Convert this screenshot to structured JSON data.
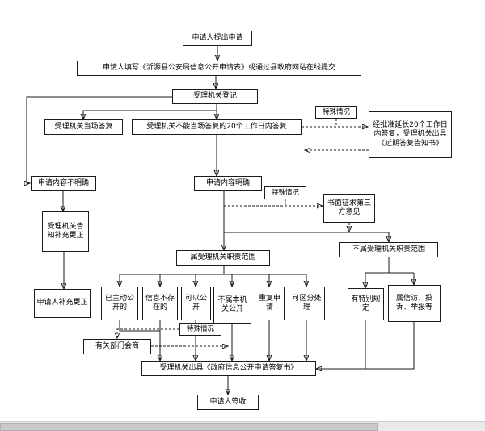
{
  "page": {
    "background_color": "#ffffff",
    "line_color": "#1a1a1a"
  },
  "diagram": {
    "nodes": {
      "submit": "申请人提出申请",
      "fill_form": "申请人填写《沂源县公安局信息公开申请表》或通过县政府网站在线提交",
      "register": "受理机关登记",
      "onspot_reply": "受理机关当场答复",
      "delayed_reply": "受理机关不能当场答复的20个工作日内答复",
      "special_case_1": "特殊情况",
      "extension": "经批准延长20个工作日内答复，受理机关出具《延期答复告知书》",
      "unclear": "申请内容不明确",
      "clear": "申请内容明确",
      "special_case_2": "特殊情况",
      "third_party": "书面征求第三方意见",
      "notify_supplement": "受理机关告知补充更正",
      "in_scope": "属受理机关职责范围",
      "out_of_scope": "不属受理机关职责范围",
      "applicant_supplement": "申请人补充更正",
      "already_public": "已主动公开的",
      "not_exist": "信息不存在的",
      "can_disclose": "可以公开",
      "not_this_agency": "不属本机关公开",
      "repeat_request": "重复申请",
      "separable": "可区分处理",
      "special_rules": "有特别规定",
      "petition": "属信访、投诉、举报等",
      "special_case_3": "特殊情况",
      "consultation": "有关部门会商",
      "reply_doc": "受理机关出具《政府信息公开申请答复书》",
      "sign": "申请人签收"
    }
  }
}
